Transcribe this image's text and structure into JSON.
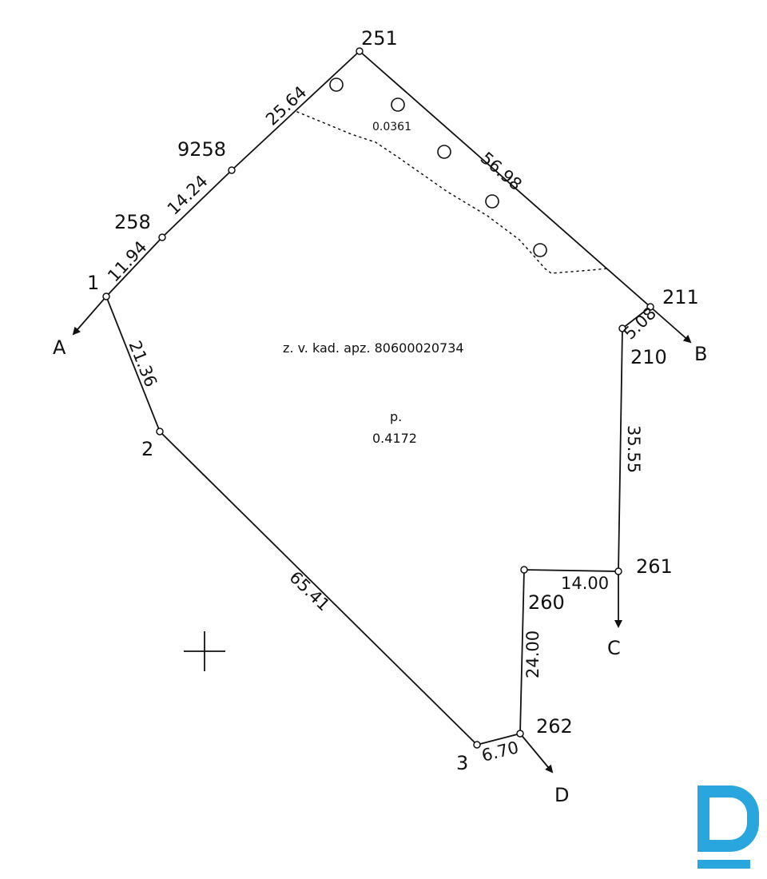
{
  "plan": {
    "parcel_label": "z. v. kad. apz. 80600020734",
    "area_prefix": "p.",
    "area_value": "0.4172",
    "inner_area_value": "0.0361",
    "points": [
      {
        "id": "251",
        "label": "251"
      },
      {
        "id": "9258",
        "label": "9258"
      },
      {
        "id": "258",
        "label": "258"
      },
      {
        "id": "1",
        "label": "1"
      },
      {
        "id": "2",
        "label": "2"
      },
      {
        "id": "3",
        "label": "3"
      },
      {
        "id": "262",
        "label": "262"
      },
      {
        "id": "260",
        "label": "260"
      },
      {
        "id": "261",
        "label": "261"
      },
      {
        "id": "210",
        "label": "210"
      },
      {
        "id": "211",
        "label": "211"
      }
    ],
    "lengths": [
      {
        "id": "251-9258",
        "value": "25.64"
      },
      {
        "id": "9258-258",
        "value": "14.24"
      },
      {
        "id": "258-1",
        "value": "11.94"
      },
      {
        "id": "1-2",
        "value": "21.36"
      },
      {
        "id": "2-3",
        "value": "65.41"
      },
      {
        "id": "3-262",
        "value": "6.70"
      },
      {
        "id": "262-260",
        "value": "24.00"
      },
      {
        "id": "260-261",
        "value": "14.00"
      },
      {
        "id": "261-210",
        "value": "35.55"
      },
      {
        "id": "210-211",
        "value": "5.08"
      },
      {
        "id": "211-251",
        "value": "56.98"
      }
    ],
    "directions": [
      {
        "id": "A",
        "label": "A"
      },
      {
        "id": "B",
        "label": "B"
      },
      {
        "id": "C",
        "label": "C"
      },
      {
        "id": "D",
        "label": "D"
      }
    ]
  },
  "logo": {
    "letter": "D",
    "color": "#29a6dd"
  }
}
